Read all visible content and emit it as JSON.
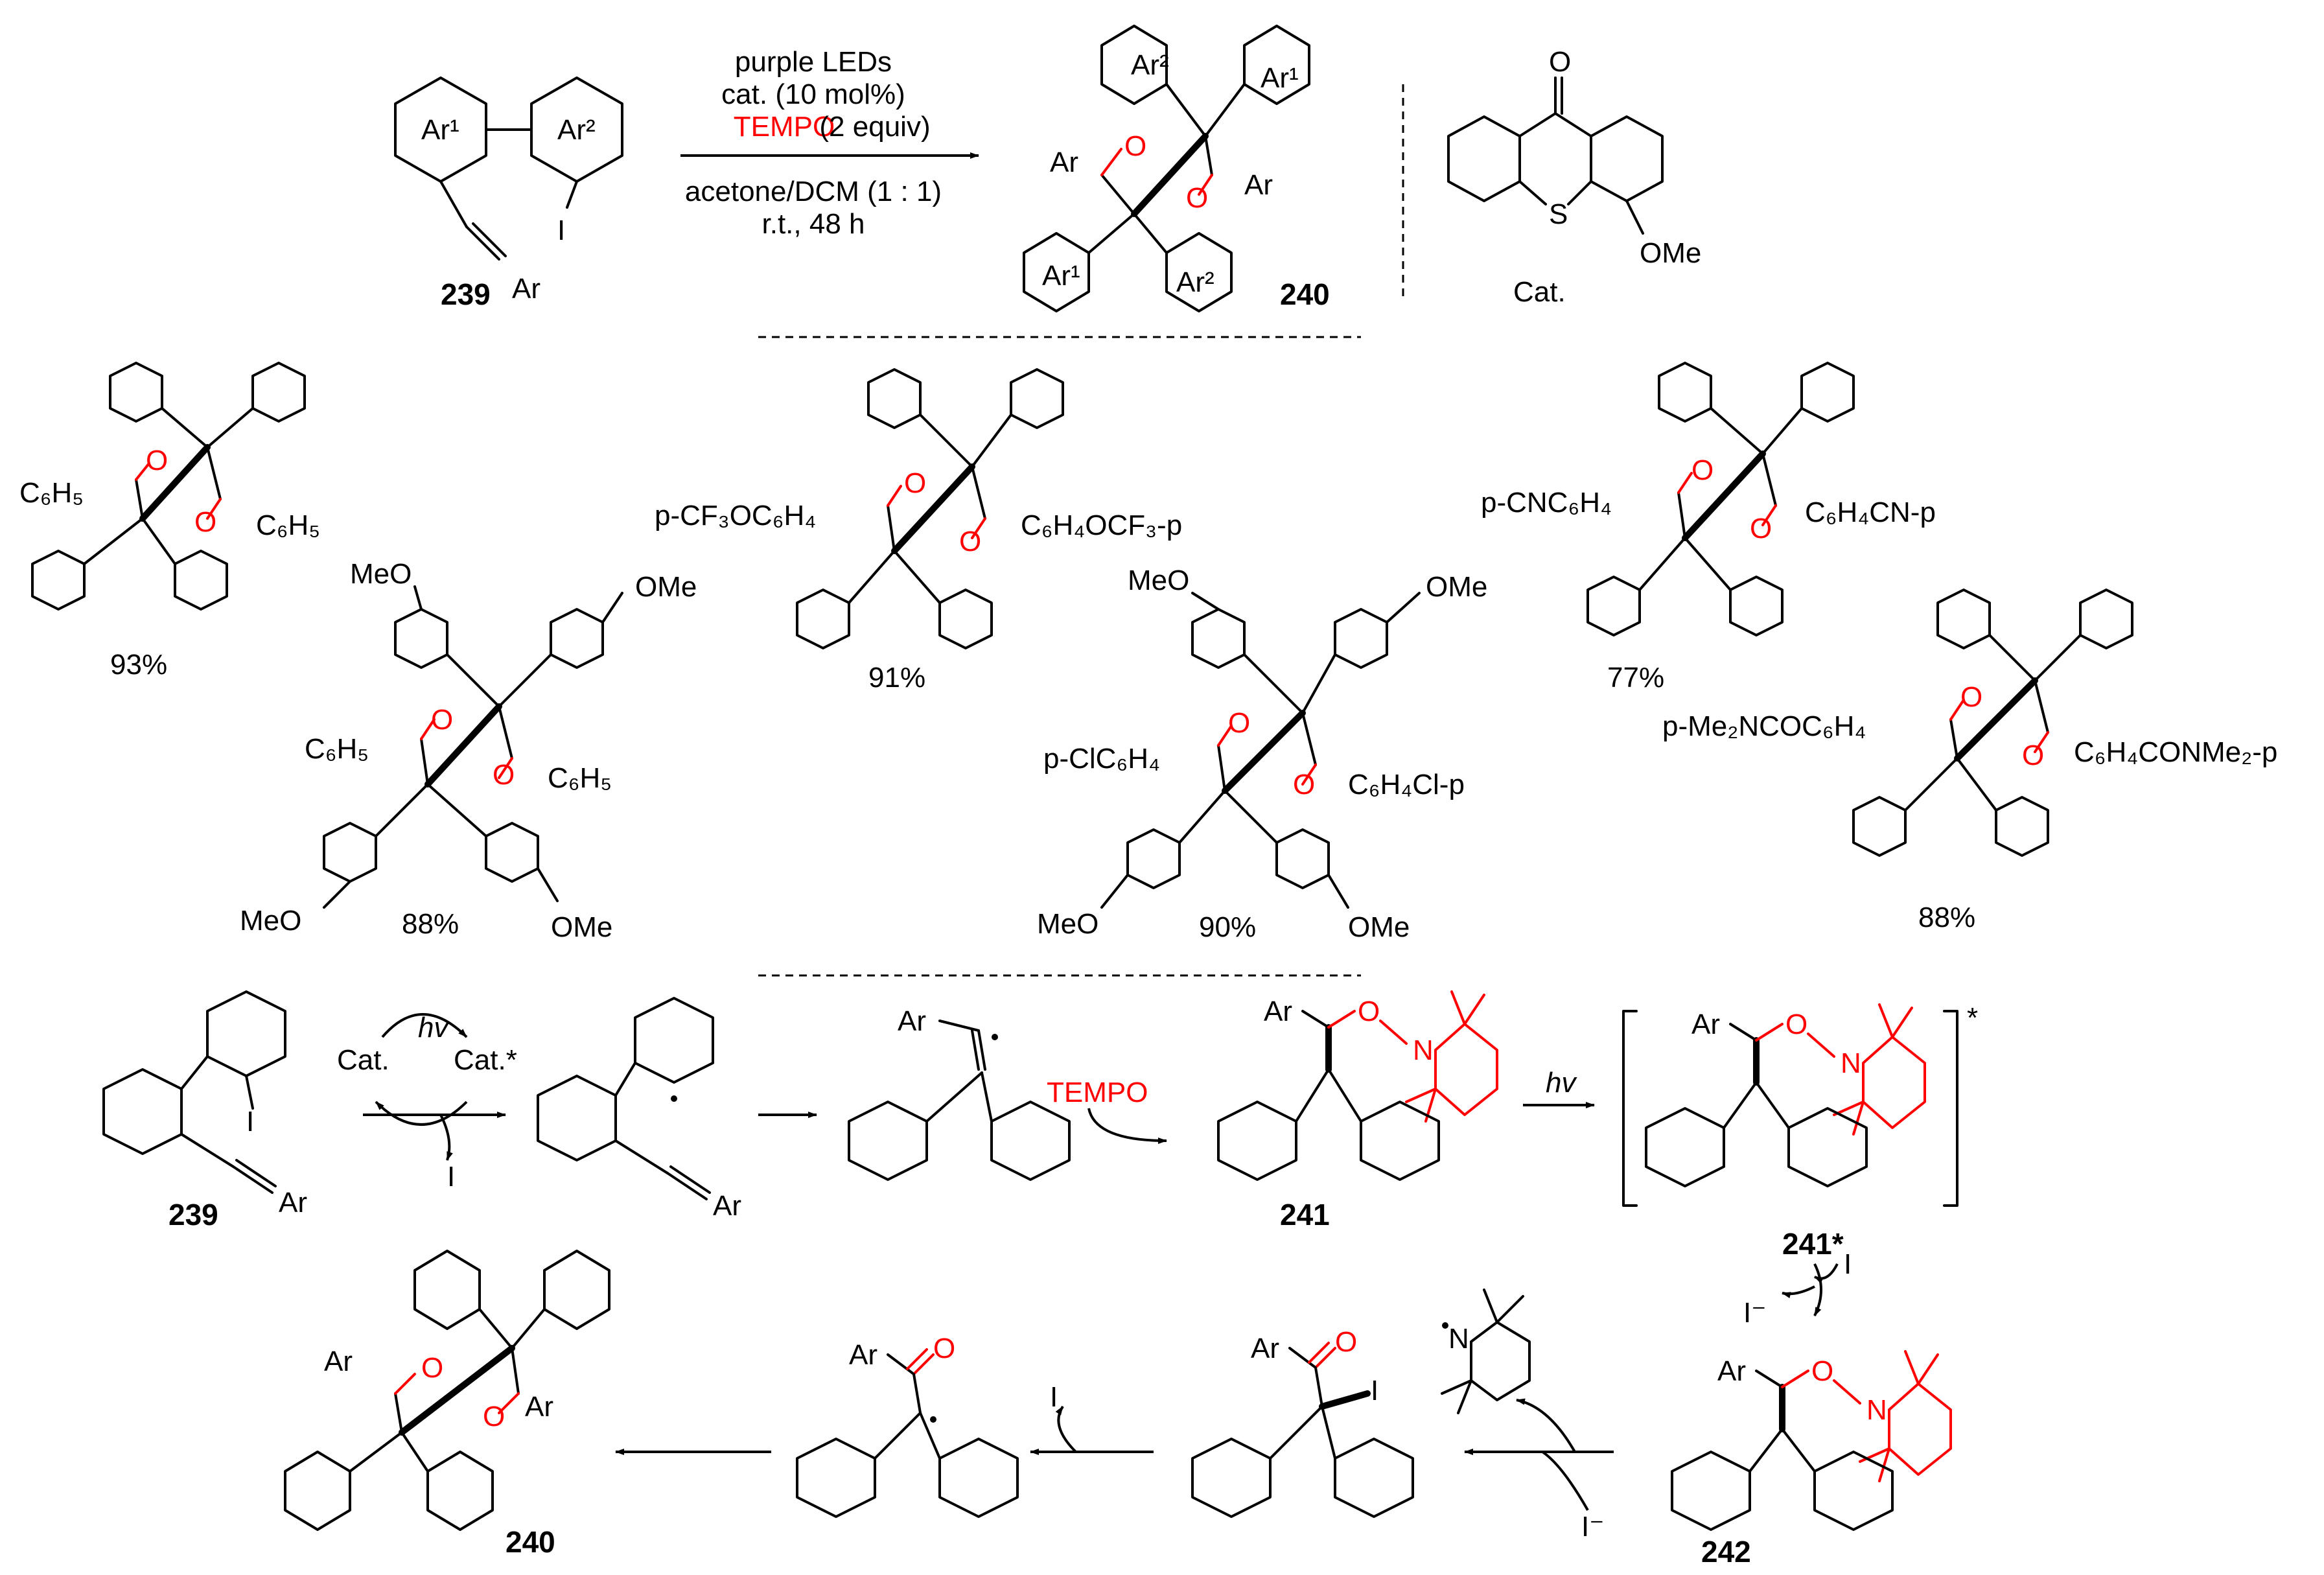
{
  "top_reaction": {
    "substrate_id": "239",
    "substrate_ar": "Ar",
    "ar1": "Ar¹",
    "ar2": "Ar²",
    "iodo": "I",
    "conditions": [
      "purple LEDs",
      "cat. (10 mol%)",
      "(2 equiv)",
      "acetone/DCM (1 : 1)",
      "r.t., 48 h"
    ],
    "tempo_label": "TEMPO",
    "product_id": "240",
    "product_ar": "Ar",
    "carbonyl_o": "O",
    "catalyst_label": "Cat.",
    "catalyst_substituent": "OMe",
    "catalyst_heteroatom": "S",
    "catalyst_o": "O"
  },
  "examples": [
    {
      "left": "C₆H₅",
      "right": "C₆H₅",
      "yield": "93%",
      "subst": ""
    },
    {
      "left": "p-CF₃OC₆H₄",
      "right": "C₆H₄OCF₃-p",
      "yield": "91%",
      "subst": ""
    },
    {
      "left": "p-CNC₆H₄",
      "right": "C₆H₄CN-p",
      "yield": "77%",
      "subst": ""
    },
    {
      "left": "C₆H₅",
      "right": "C₆H₅",
      "yield": "88%",
      "subst": "MeO"
    },
    {
      "left": "p-ClC₆H₄",
      "right": "C₆H₄Cl-p",
      "yield": "90%",
      "subst": "MeO"
    },
    {
      "left": "p-Me₂NCOC₆H₄",
      "right": "C₆H₄CONMe₂-p",
      "yield": "88%",
      "subst": ""
    }
  ],
  "ome_label": "OMe",
  "meo_label": "MeO",
  "mechanism": {
    "cat": "Cat.",
    "cat_star": "Cat.*",
    "hv": "hv",
    "iodine_radical": "I",
    "iodide": "I⁻",
    "tempo": "TEMPO",
    "ar": "Ar",
    "o": "O",
    "n": "N",
    "ids": {
      "s239": "239",
      "s241": "241",
      "s241star": "241*",
      "s242": "242",
      "s240": "240"
    },
    "star": "*"
  }
}
